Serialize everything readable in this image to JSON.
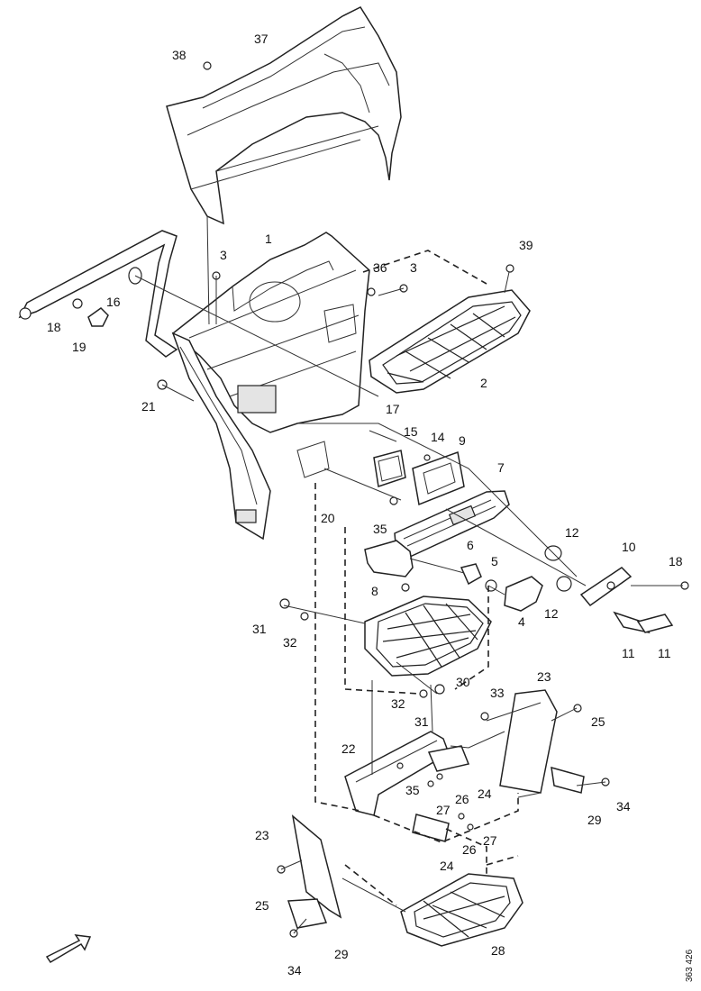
{
  "reference_code": "363 426",
  "labels": [
    {
      "id": "lbl-37",
      "text": "37"
    },
    {
      "id": "lbl-38",
      "text": "38"
    },
    {
      "id": "lbl-1",
      "text": "1"
    },
    {
      "id": "lbl-3a",
      "text": "3"
    },
    {
      "id": "lbl-36",
      "text": "36"
    },
    {
      "id": "lbl-3b",
      "text": "3"
    },
    {
      "id": "lbl-39",
      "text": "39"
    },
    {
      "id": "lbl-16",
      "text": "16"
    },
    {
      "id": "lbl-18a",
      "text": "18"
    },
    {
      "id": "lbl-19",
      "text": "19"
    },
    {
      "id": "lbl-2",
      "text": "2"
    },
    {
      "id": "lbl-21",
      "text": "21"
    },
    {
      "id": "lbl-17",
      "text": "17"
    },
    {
      "id": "lbl-15",
      "text": "15"
    },
    {
      "id": "lbl-14",
      "text": "14"
    },
    {
      "id": "lbl-9",
      "text": "9"
    },
    {
      "id": "lbl-7",
      "text": "7"
    },
    {
      "id": "lbl-20",
      "text": "20"
    },
    {
      "id": "lbl-35a",
      "text": "35"
    },
    {
      "id": "lbl-12a",
      "text": "12"
    },
    {
      "id": "lbl-10",
      "text": "10"
    },
    {
      "id": "lbl-18b",
      "text": "18"
    },
    {
      "id": "lbl-6",
      "text": "6"
    },
    {
      "id": "lbl-5",
      "text": "5"
    },
    {
      "id": "lbl-8",
      "text": "8"
    },
    {
      "id": "lbl-4",
      "text": "4"
    },
    {
      "id": "lbl-12b",
      "text": "12"
    },
    {
      "id": "lbl-11a",
      "text": "11"
    },
    {
      "id": "lbl-11b",
      "text": "11"
    },
    {
      "id": "lbl-31a",
      "text": "31"
    },
    {
      "id": "lbl-32a",
      "text": "32"
    },
    {
      "id": "lbl-30",
      "text": "30"
    },
    {
      "id": "lbl-32b",
      "text": "32"
    },
    {
      "id": "lbl-31b",
      "text": "31"
    },
    {
      "id": "lbl-23a",
      "text": "23"
    },
    {
      "id": "lbl-33",
      "text": "33"
    },
    {
      "id": "lbl-25a",
      "text": "25"
    },
    {
      "id": "lbl-22",
      "text": "22"
    },
    {
      "id": "lbl-35b",
      "text": "35"
    },
    {
      "id": "lbl-26a",
      "text": "26"
    },
    {
      "id": "lbl-24a",
      "text": "24"
    },
    {
      "id": "lbl-27a",
      "text": "27"
    },
    {
      "id": "lbl-29a",
      "text": "29"
    },
    {
      "id": "lbl-34a",
      "text": "34"
    },
    {
      "id": "lbl-23b",
      "text": "23"
    },
    {
      "id": "lbl-26b",
      "text": "26"
    },
    {
      "id": "lbl-27b",
      "text": "27"
    },
    {
      "id": "lbl-24b",
      "text": "24"
    },
    {
      "id": "lbl-25b",
      "text": "25"
    },
    {
      "id": "lbl-28",
      "text": "28"
    },
    {
      "id": "lbl-29b",
      "text": "29"
    },
    {
      "id": "lbl-34b",
      "text": "34"
    }
  ]
}
